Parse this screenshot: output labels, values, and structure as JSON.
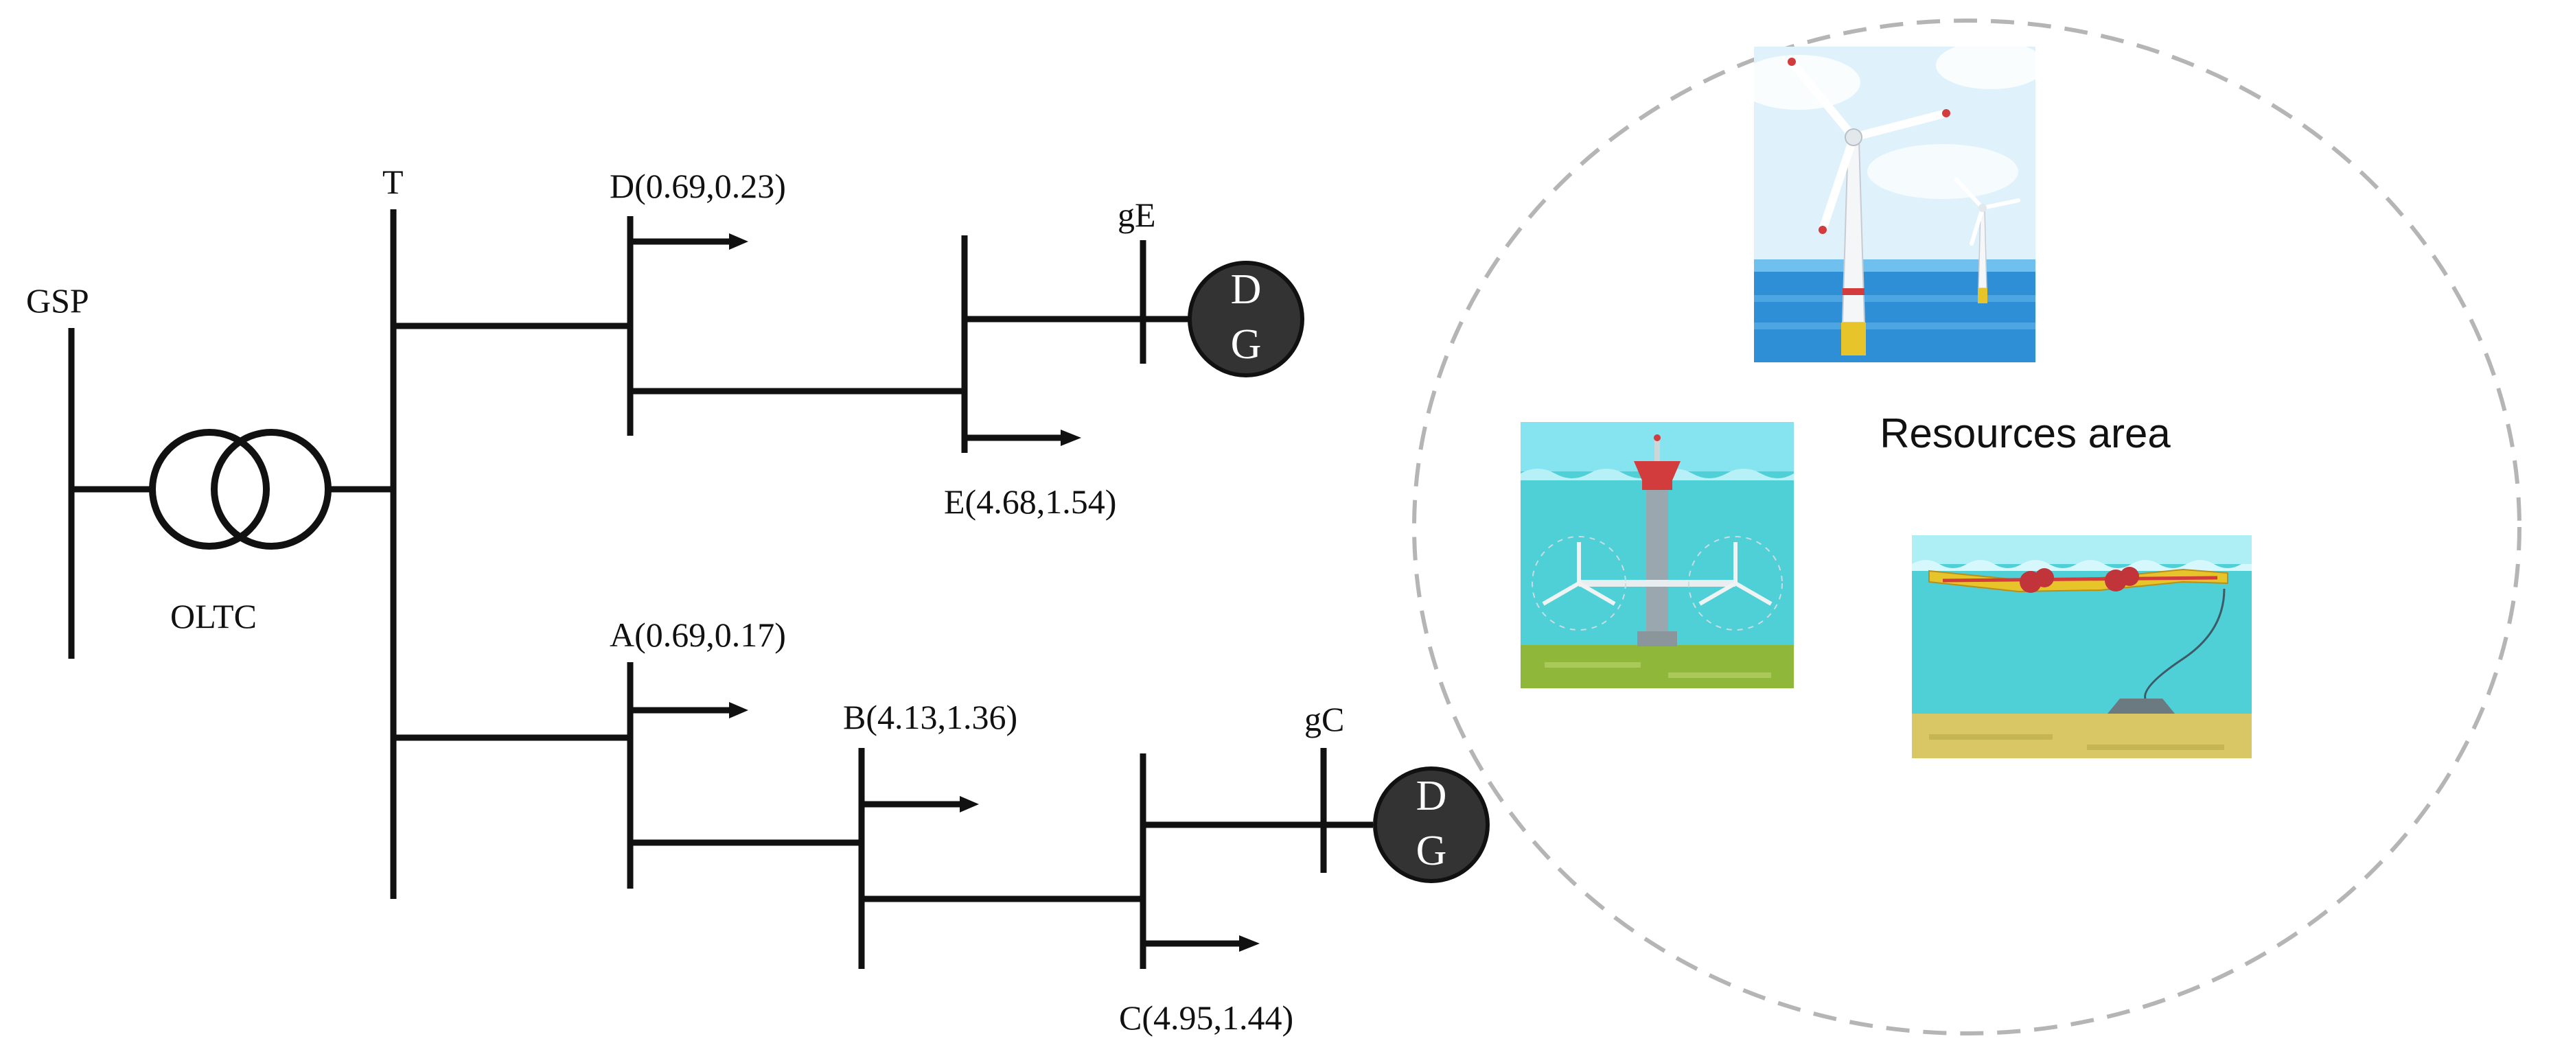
{
  "buses": {
    "gsp": "GSP",
    "t": "T",
    "a": "A(0.69,0.17)",
    "b": "B(4.13,1.36)",
    "c": "C(4.95,1.44)",
    "d": "D(0.69,0.23)",
    "e": "E(4.68,1.54)",
    "ge": "gE",
    "gc": "gC"
  },
  "transformer_label": "OLTC",
  "dg": {
    "top": "D",
    "bottom": "G"
  },
  "resources_area_label": "Resources area",
  "icons": [
    "offshore-wind-turbine-icon",
    "tidal-turbine-icon",
    "wave-energy-converter-icon"
  ],
  "colors": {
    "line": "#111111",
    "dg_fill": "#333333",
    "dashed_circle": "#b5b5b5",
    "sky": "#dff2fb",
    "sea": "#2f8fd6",
    "water": "#4fcfd6",
    "seabed_green": "#8fb83a",
    "seabed_sand": "#d8c764"
  }
}
